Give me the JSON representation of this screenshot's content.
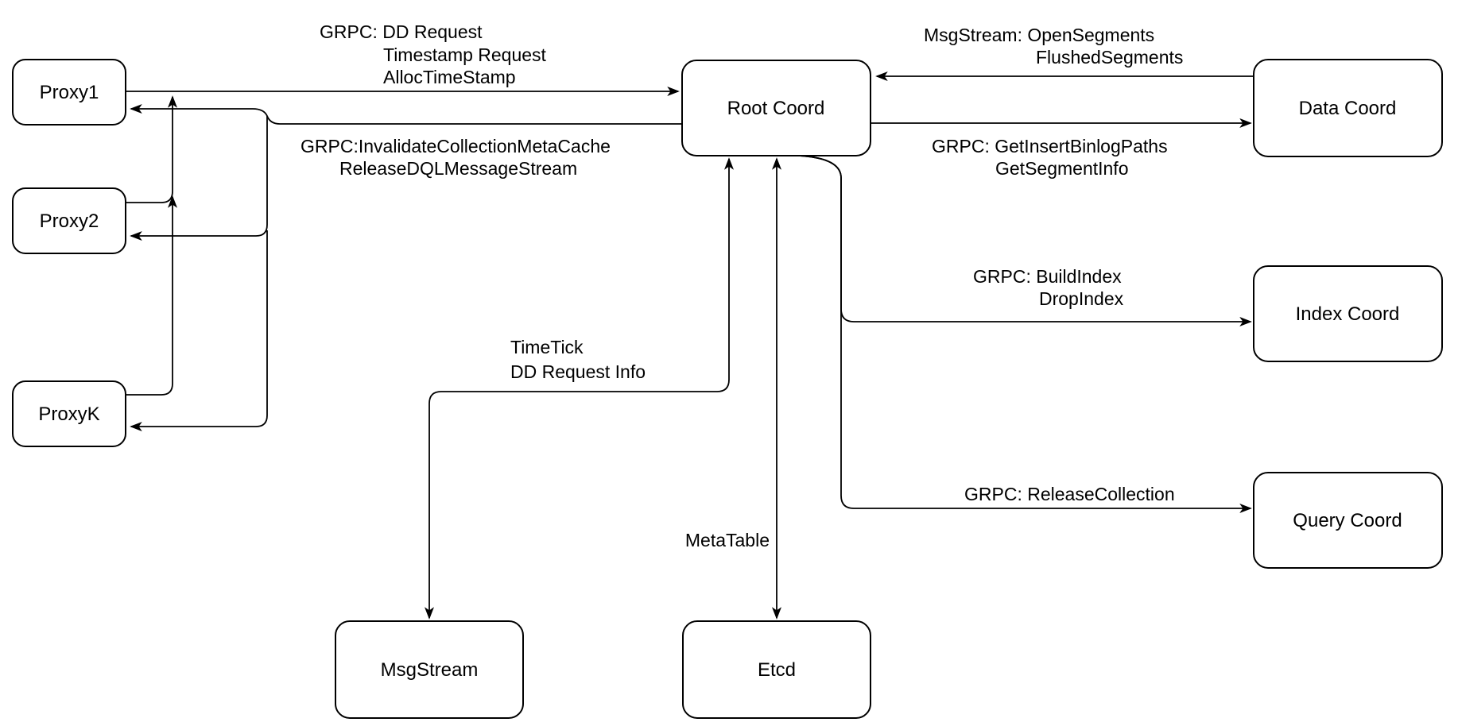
{
  "diagram": {
    "type": "architecture-diagram",
    "colors": {
      "background": "#ffffff",
      "node_fill": "#ffffff",
      "stroke": "#000000",
      "text": "#000000"
    },
    "nodes": {
      "proxy1": {
        "label": "Proxy1"
      },
      "proxy2": {
        "label": "Proxy2"
      },
      "proxyk": {
        "label": "ProxyK"
      },
      "root_coord": {
        "label": "Root Coord"
      },
      "data_coord": {
        "label": "Data Coord"
      },
      "index_coord": {
        "label": "Index Coord"
      },
      "query_coord": {
        "label": "Query Coord"
      },
      "msgstream": {
        "label": "MsgStream"
      },
      "etcd": {
        "label": "Etcd"
      }
    },
    "edge_labels": {
      "proxies_to_root": {
        "lines": [
          "GRPC: DD Request",
          "Timestamp Request",
          "AllocTimeStamp"
        ]
      },
      "root_to_proxies": {
        "lines": [
          "GRPC:InvalidateCollectionMetaCache",
          "ReleaseDQLMessageStream"
        ]
      },
      "data_to_root": {
        "lines": [
          "MsgStream: OpenSegments",
          "FlushedSegments"
        ]
      },
      "root_to_data": {
        "lines": [
          "GRPC: GetInsertBinlogPaths",
          "GetSegmentInfo"
        ]
      },
      "root_to_index": {
        "lines": [
          "GRPC: BuildIndex",
          "DropIndex"
        ]
      },
      "root_to_query": {
        "lines": [
          "GRPC: ReleaseCollection"
        ]
      },
      "root_to_msgstream": {
        "lines": [
          "TimeTick",
          "DD Request Info"
        ]
      },
      "root_to_etcd": {
        "lines": [
          "MetaTable"
        ]
      }
    }
  }
}
